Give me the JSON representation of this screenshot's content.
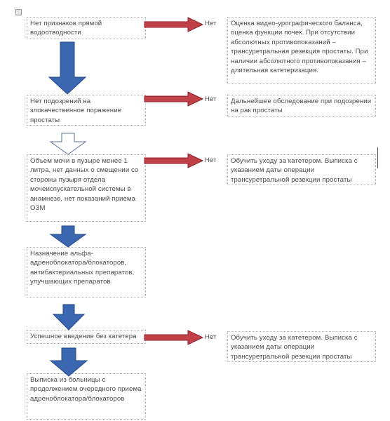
{
  "steps": [
    "Нет признаков прямой водоотводности",
    "Нет подозрений на злокачественное поражение простаты",
    "Объем мочи в пузыре менее 1 литра, нет данных о смещении со стороны пузыря отдела мочеиспускательной системы в анамнезе, нет показаний приема ОЗМ",
    "Назначение альфа-адреноблокатора/блокаторов, антибактериальных препаратов, улучшающих препаратов",
    "Успешное введение без катетера",
    "Выписка из больницы с продолжением очередного приема адреноблокатора/блокаторов"
  ],
  "no_label": "Нет",
  "outcomes": [
    "Оценка видео-урографического баланса, оценка функции почек. При отсутствии абсолютных противопоказаний – трансуретральная резекция простаты. При наличии абсолютного противопоказания – длительная катетеризация.",
    "Дальнейшее обследование при подозрении на рак простаты",
    "Обучить уходу за катетером. Выписка с указанием даты операции трансуретральной резекции простаты",
    "Обучить уходу за катетером. Выписка с указанием даты операции трансуретральной резекции простаты"
  ],
  "colors": {
    "down_arrow": "#3b67b0",
    "down_arrow_edge": "#24488a",
    "right_arrow": "#c24048",
    "right_arrow_edge": "#8e1f28"
  }
}
